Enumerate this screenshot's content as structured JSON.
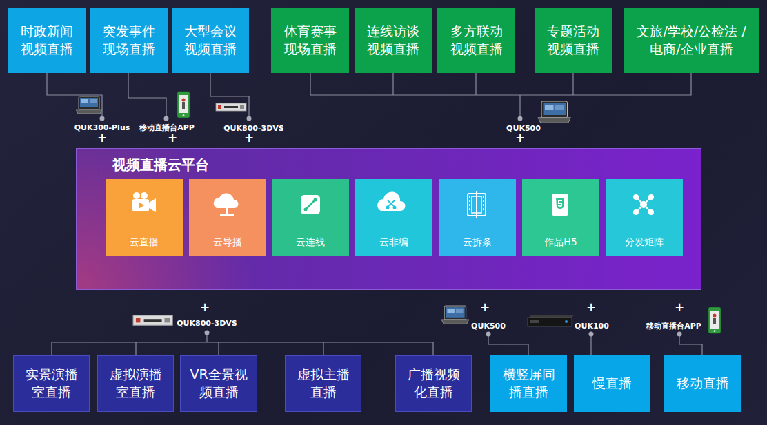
{
  "diagram": {
    "nodes": [
      {
        "text": [
          "时政新闻 视频直播"
        ]
      },
      {
        "text": [
          "突发事件 现场直播"
        ]
      },
      {
        "text": [
          "大型会议 视频直播"
        ]
      },
      {
        "text": [
          "体育赛事 现场直播"
        ]
      },
      {
        "text": [
          "连线访谈 视频直播"
        ]
      },
      {
        "text": [
          "多方联动 视频直播"
        ]
      },
      {
        "text": [
          "专题活动 视频直播"
        ]
      },
      {
        "text": [
          "文旅/学校/公检法 /电商/企业直播"
        ]
      },
      {
        "text": [
          "视频直播云平台"
        ]
      },
      {
        "text": [
          "云直播"
        ],
        "in": 8
      },
      {
        "text": [
          "云导播"
        ],
        "in": 8
      },
      {
        "text": [
          "云连线"
        ],
        "in": 8
      },
      {
        "text": [
          "云非编"
        ],
        "in": 8
      },
      {
        "text": [
          "云拆条"
        ],
        "in": 8
      },
      {
        "text": [
          "作品H5"
        ],
        "in": 8
      },
      {
        "text": [
          "分发矩阵"
        ],
        "in": 8
      },
      {
        "text": [
          "实景演播 室直播"
        ]
      },
      {
        "text": [
          "虚拟演播 室直播"
        ]
      },
      {
        "text": [
          "VR全景视 频直播"
        ]
      },
      {
        "text": [
          "虚拟主播 直播"
        ]
      },
      {
        "text": [
          "广播视频 化直播"
        ]
      },
      {
        "text": [
          "横竖屏同 播直播"
        ]
      },
      {
        "text": [
          "慢直播"
        ]
      },
      {
        "text": [
          "移动直播"
        ]
      }
    ],
    "labels": [
      "QUK300-Plus",
      "+",
      "移动直播台APP",
      "+",
      "QUK800-3DVS",
      "+",
      "QUK500",
      "+",
      "+",
      "QUK800-3DVS",
      "+",
      "QUK500",
      "+",
      "QUK100",
      "+",
      "移动直播台APP"
    ]
  }
}
